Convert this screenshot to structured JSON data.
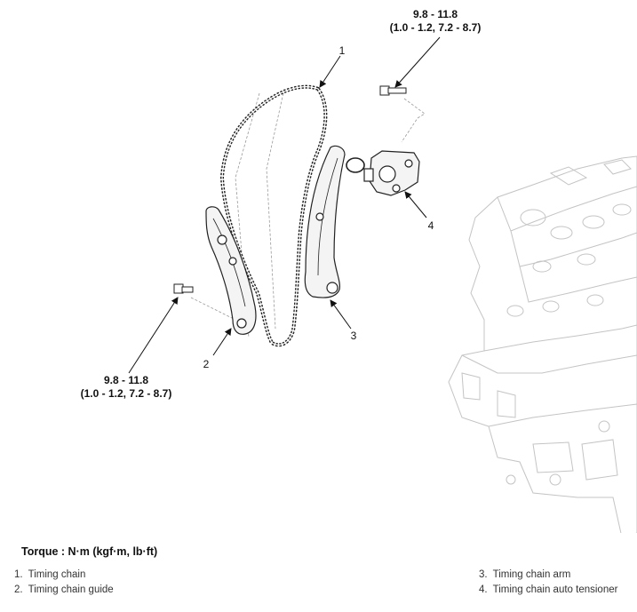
{
  "torque_top": {
    "line1": "9.8 - 11.8",
    "line2": "(1.0 - 1.2, 7.2 - 8.7)"
  },
  "torque_left": {
    "line1": "9.8 - 11.8",
    "line2": "(1.0 - 1.2, 7.2 - 8.7)"
  },
  "callouts": [
    "1",
    "2",
    "3",
    "4"
  ],
  "legend": {
    "title": "Torque : N·m (kgf·m, lb·ft)",
    "items": [
      {
        "num": "1.",
        "label": "Timing chain"
      },
      {
        "num": "2.",
        "label": "Timing chain guide"
      },
      {
        "num": "3.",
        "label": "Timing chain arm"
      },
      {
        "num": "4.",
        "label": "Timing chain auto tensioner"
      }
    ]
  }
}
